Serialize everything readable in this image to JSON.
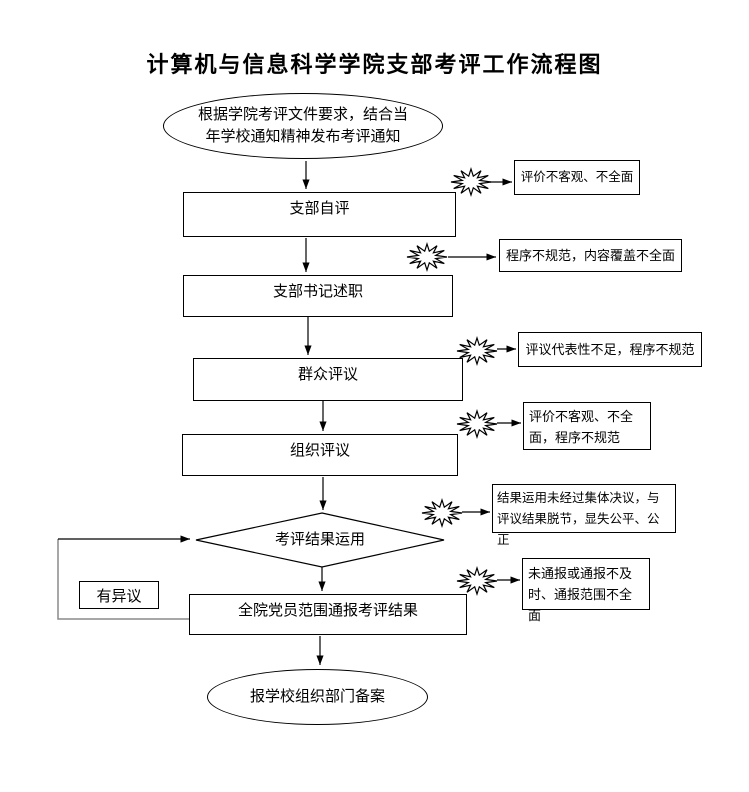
{
  "title": "计算机与信息科学学院支部考评工作流程图",
  "flow": {
    "start": {
      "label": "根据学院考评文件要求，结合当年学校通知精神发布考评通知"
    },
    "steps": [
      {
        "label": "支部自评"
      },
      {
        "label": "支部书记述职"
      },
      {
        "label": "群众评议"
      },
      {
        "label": "组织评议"
      }
    ],
    "decision": {
      "label": "考评结果运用"
    },
    "objection_label": "有异议",
    "report": {
      "label": "全院党员范围通报考评结果"
    },
    "end": {
      "label": "报学校组织部门备案"
    }
  },
  "risk_callouts": [
    {
      "text": "评价不客观、不全面"
    },
    {
      "text": "程序不规范，内容覆盖不全面"
    },
    {
      "text": "评议代表性不足，程序不规范"
    },
    {
      "text": "评价不客观、不全面，程序不规范"
    },
    {
      "text": "结果运用未经过集体决议，与评议结果脱节，显失公平、公正"
    },
    {
      "text": "未通报或通报不及时、通报范围不全面"
    }
  ],
  "colors": {
    "line": "#000000",
    "loop_line": "#8a8a8a",
    "background": "#ffffff"
  }
}
